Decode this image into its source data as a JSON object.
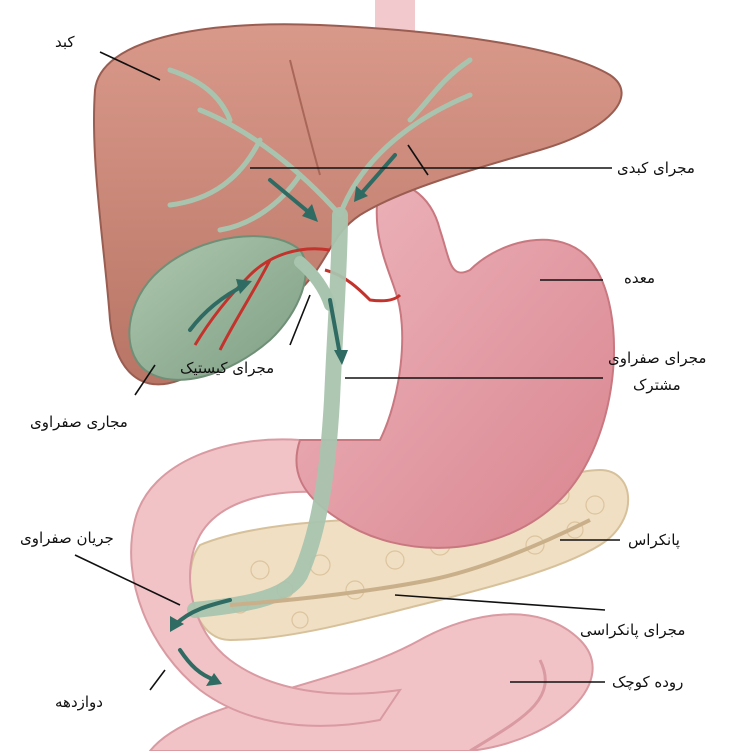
{
  "labels": {
    "liver": "کبد",
    "hepatic_duct": "مجرای کبدی",
    "stomach": "معده",
    "common_bile_duct_line1": "مجرای صفراوی",
    "common_bile_duct_line2": "مشترک",
    "cystic_duct": "مجرای کیستیک",
    "biliary_ducts": "مجاری صفراوی",
    "bile_flow": "جریان صفراوی",
    "pancreas": "پانکراس",
    "pancreatic_duct": "مجرای پانکراسی",
    "duodenum": "دوازدهه",
    "small_intestine": "روده کوچک"
  },
  "colors": {
    "liver": "#c98a78",
    "liver_shade": "#a9675a",
    "stomach": "#e8a9b2",
    "intestine": "#f1c3c7",
    "pancreas": "#f0dfc3",
    "bile_duct": "#a9c4ae",
    "arrow": "#2f6b62",
    "artery": "#c4322c",
    "leader_line": "#111111"
  }
}
